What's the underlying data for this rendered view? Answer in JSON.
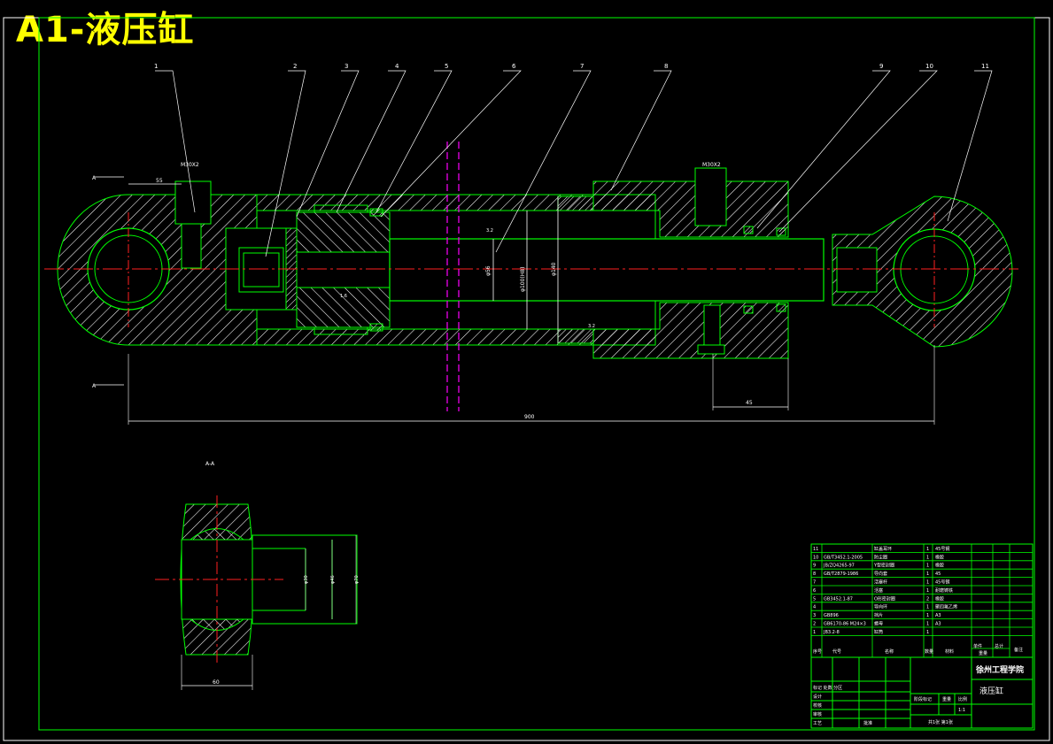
{
  "banner_title": "A1-液压缸",
  "section_label": "A-A",
  "section_marker": "A",
  "balloons": [
    "1",
    "2",
    "3",
    "4",
    "5",
    "6",
    "7",
    "8",
    "9",
    "10",
    "11"
  ],
  "port_thread": "M30X2",
  "dims": {
    "port_offset": "55",
    "total_length": "900",
    "head_length": "45",
    "rod_dia": "φ56",
    "piston_dia": "φ100(H8)",
    "bore_dia": "φ140",
    "section_width": "60",
    "sec_d1": "φ30",
    "sec_d2": "φ46",
    "sec_d3": "φ70",
    "roughness_a": "3.2",
    "roughness_b": "1.6",
    "roughness_c": "3.2"
  },
  "bom_rows": [
    {
      "no": "11",
      "code": "",
      "name": "缸盖耳环",
      "qty": "1",
      "mat": "45号钢"
    },
    {
      "no": "10",
      "code": "GB/T3452.1-2005",
      "name": "防尘圈",
      "qty": "1",
      "mat": "橡胶"
    },
    {
      "no": "9",
      "code": "JB/ZQ4265-97",
      "name": "Y型密封圈",
      "qty": "1",
      "mat": "橡胶"
    },
    {
      "no": "8",
      "code": "GB/T2879-1986",
      "name": "导向套",
      "qty": "1",
      "mat": "45"
    },
    {
      "no": "7",
      "code": "",
      "name": "活塞杆",
      "qty": "1",
      "mat": "45号钢"
    },
    {
      "no": "6",
      "code": "",
      "name": "活塞",
      "qty": "1",
      "mat": "耐磨铸铁"
    },
    {
      "no": "5",
      "code": "GB3452.1-87",
      "name": "O形密封圈",
      "qty": "2",
      "mat": "橡胶"
    },
    {
      "no": "4",
      "code": "",
      "name": "导向环",
      "qty": "1",
      "mat": "聚四氟乙烯"
    },
    {
      "no": "3",
      "code": "GB896",
      "name": "挡片",
      "qty": "1",
      "mat": "A3"
    },
    {
      "no": "2",
      "code": "GB6170-86 M24×3",
      "name": "螺母",
      "qty": "1",
      "mat": "A3"
    },
    {
      "no": "1",
      "code": "JB3.2-8",
      "name": "缸筒",
      "qty": "1",
      "mat": ""
    }
  ],
  "bom_header": {
    "no": "序号",
    "code": "代号",
    "name": "名称",
    "qty": "数量",
    "mat": "材料",
    "unit_wt": "单件",
    "total_wt": "总计",
    "weight": "重量",
    "note": "备注"
  },
  "title_block": {
    "school": "徐州工程学院",
    "drawing_name": "液压缸",
    "scale_label": "比例",
    "scale_value": "1:1",
    "stage_label": "阶段标记",
    "weight_label": "重量",
    "sheets": "共1张 第1张",
    "roles": [
      "标记 处数 分区",
      "设计",
      "校核",
      "审核",
      "工艺"
    ],
    "approve": "批准"
  }
}
